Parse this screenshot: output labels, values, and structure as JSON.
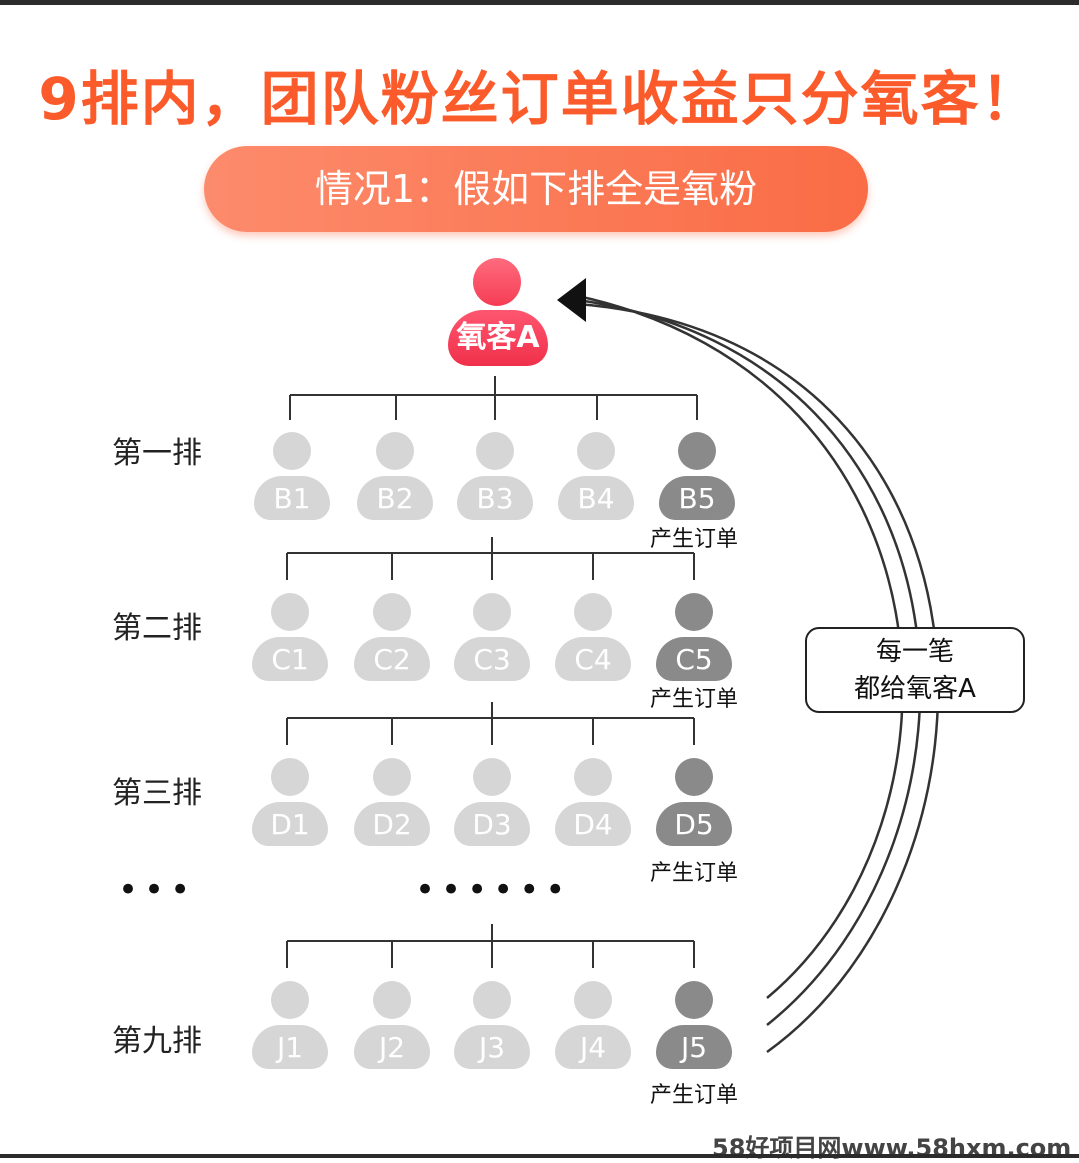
{
  "title": "9排内，团队粉丝订单收益只分氧客！",
  "case_label": "情况1：假如下排全是氧粉",
  "root": "氧客A",
  "rows": [
    {
      "label": "第一排",
      "members": [
        "B1",
        "B2",
        "B3",
        "B4",
        "B5"
      ]
    },
    {
      "label": "第二排",
      "members": [
        "C1",
        "C2",
        "C3",
        "C4",
        "C5"
      ]
    },
    {
      "label": "第三排",
      "members": [
        "D1",
        "D2",
        "D3",
        "D4",
        "D5"
      ]
    },
    {
      "label": "第九排",
      "members": [
        "J1",
        "J2",
        "J3",
        "J4",
        "J5"
      ]
    }
  ],
  "order_label": "产生订单",
  "ellipsis_left": "•••",
  "ellipsis_mid": "••••••",
  "callout": {
    "line1": "每一笔",
    "line2": "都给氧客A"
  },
  "watermark": "58好项目网www.58hxm.com"
}
